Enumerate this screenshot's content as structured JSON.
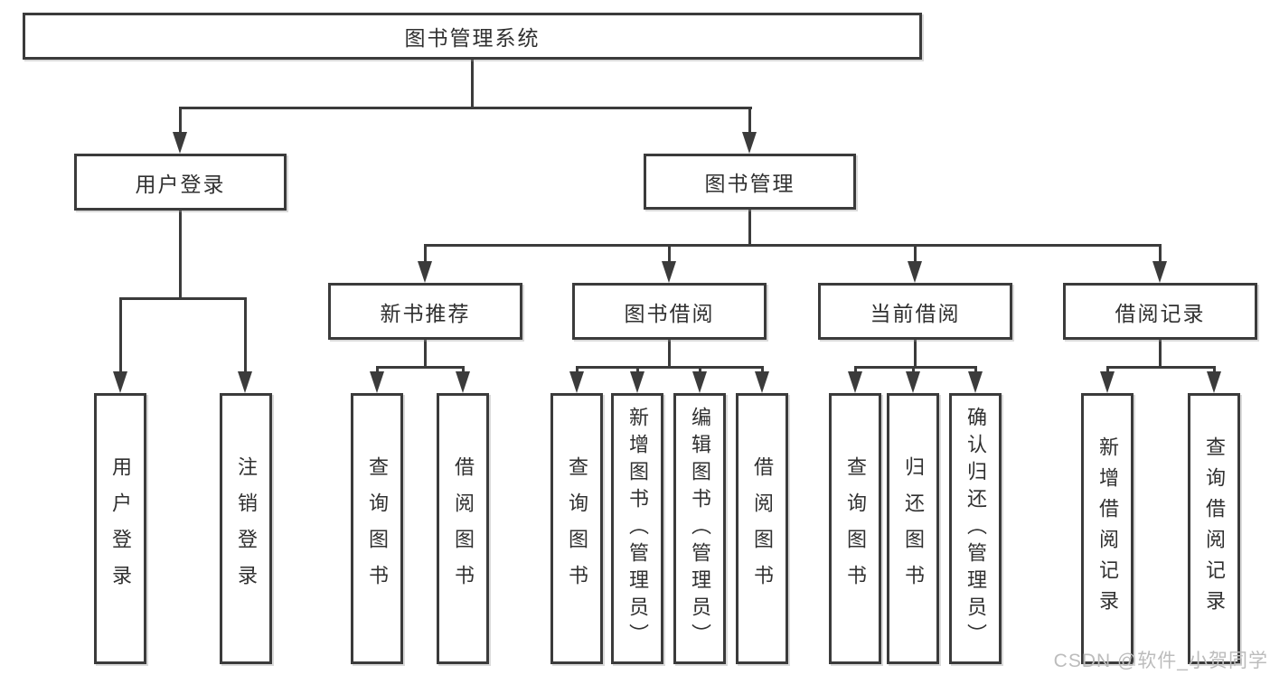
{
  "diagram": {
    "root": {
      "label": "图书管理系统"
    },
    "branches": {
      "user_login": {
        "label": "用户登录",
        "children": [
          "用户登录",
          "注销登录"
        ]
      },
      "book_management": {
        "label": "图书管理",
        "children": {
          "new_book_recommend": {
            "label": "新书推荐",
            "children": [
              "查询图书",
              "借阅图书"
            ]
          },
          "book_borrow": {
            "label": "图书借阅",
            "children": [
              "查询图书",
              "新增图书（管理员）",
              "编辑图书（管理员）",
              "借阅图书"
            ]
          },
          "current_borrow": {
            "label": "当前借阅",
            "children": [
              "查询图书",
              "归还图书",
              "确认归还（管理员）"
            ]
          },
          "borrow_record": {
            "label": "借阅记录",
            "children": [
              "新增借阅记录",
              "查询借阅记录"
            ]
          }
        }
      }
    },
    "watermark": "CSDN @软件_小贺同学",
    "colors": {
      "line": "#3B3B3B",
      "text": "#303030",
      "watermark": "#BCBCBC",
      "background": "#FFFFFF"
    }
  }
}
